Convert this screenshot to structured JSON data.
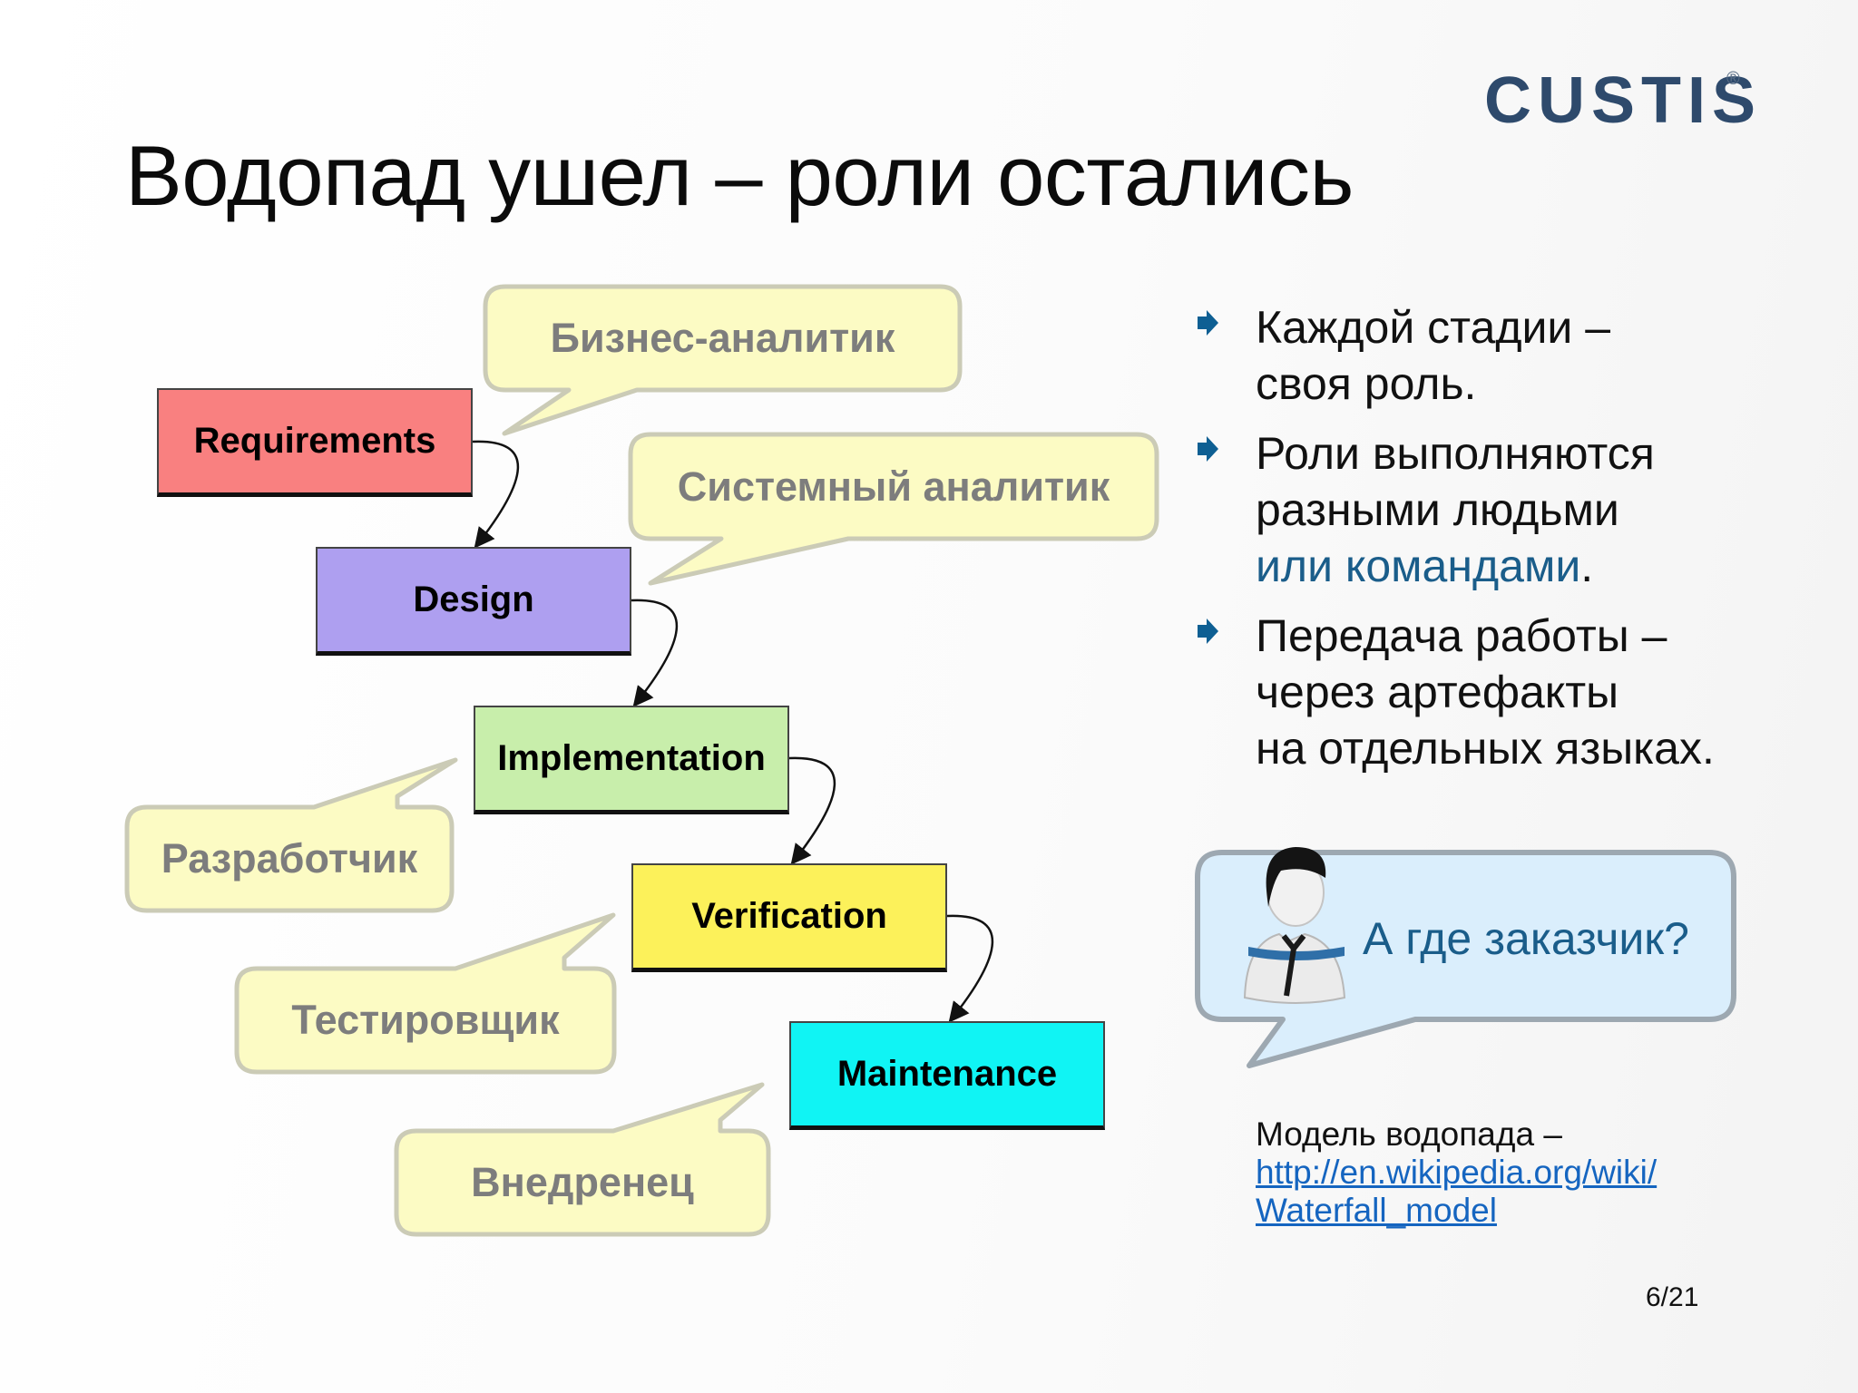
{
  "slide": {
    "title": "Водопад ушел – роли остались",
    "logo": "CUSTIS",
    "logo_mark": "®",
    "page_number": "6/21"
  },
  "stages": [
    {
      "label": "Requirements",
      "color": "#f98080"
    },
    {
      "label": "Design",
      "color": "#ae9ff0"
    },
    {
      "label": "Implementation",
      "color": "#c8eeab"
    },
    {
      "label": "Verification",
      "color": "#fcf15a"
    },
    {
      "label": "Maintenance",
      "color": "#10f4f4"
    }
  ],
  "roles": [
    {
      "label": "Бизнес-аналитик",
      "stage": "Requirements"
    },
    {
      "label": "Системный аналитик",
      "stage": "Design"
    },
    {
      "label": "Разработчик",
      "stage": "Implementation"
    },
    {
      "label": "Тестировщик",
      "stage": "Verification"
    },
    {
      "label": "Внедренец",
      "stage": "Maintenance"
    }
  ],
  "bullets": [
    {
      "line1": "Каждой стадии –",
      "line2": "своя роль."
    },
    {
      "line1": "Роли выполняются",
      "line2": "разными людьми",
      "line3": "или командами",
      "line3_tail": "."
    },
    {
      "line1": "Передача работы –",
      "line2": "через артефакты",
      "line3": "на отдельных языках."
    }
  ],
  "customer_callout": {
    "text": "А где заказчик?"
  },
  "reference": {
    "caption": "Модель водопада –",
    "link_line1": "http://en.wikipedia.org/wiki/",
    "link_line2": "Waterfall_model"
  },
  "colors": {
    "bubble_fill": "#fcfbc4",
    "bubble_border": "#cbcbb6",
    "callout_fill": "#daeefc",
    "callout_border": "#9da8b1",
    "accent_blue": "#1a5d8a",
    "bullet_marker": "#0e5f93"
  }
}
